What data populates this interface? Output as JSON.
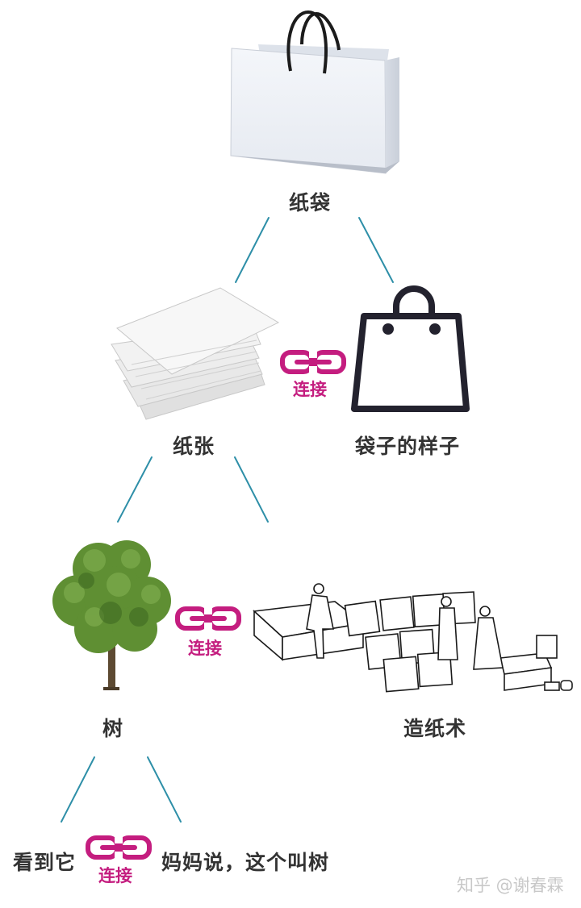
{
  "colors": {
    "connector_line": "#2e8fa8",
    "link_accent": "#c41d7f",
    "label_text": "#333333",
    "bag_icon_stroke": "#23222e",
    "watermark": "#c8c8c8"
  },
  "nodes": {
    "paper_bag": {
      "label": "纸袋",
      "image": "paper-bag-photo"
    },
    "paper": {
      "label": "纸张",
      "image": "paper-stack-photo"
    },
    "bag_shape": {
      "label": "袋子的样子",
      "image": "shopping-bag-icon"
    },
    "tree": {
      "label": "树",
      "image": "tree-photo"
    },
    "papermaking": {
      "label": "造纸术",
      "image": "papermaking-illustration"
    }
  },
  "links": [
    {
      "label": "连接",
      "between": [
        "纸张",
        "袋子的样子"
      ]
    },
    {
      "label": "连接",
      "between": [
        "树",
        "造纸术"
      ]
    },
    {
      "label": "连接",
      "between": [
        "看到它",
        "妈妈说，这个叫树"
      ]
    }
  ],
  "bottom_row": {
    "left_text": "看到它",
    "right_text": "妈妈说，这个叫树"
  },
  "watermark": "知乎 @谢春霖"
}
